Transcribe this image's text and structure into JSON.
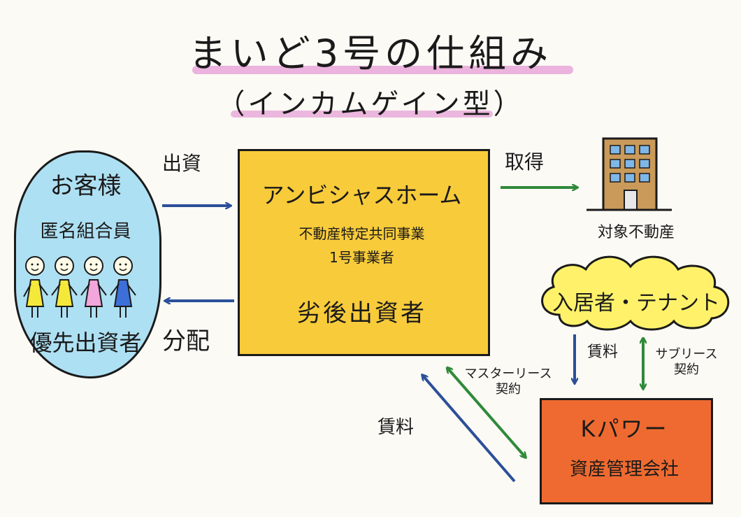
{
  "title": "まいど3号の仕組み",
  "subtitle": "（インカムゲイン型）",
  "customer": {
    "name": "お客様",
    "role": "匿名組合員",
    "investor_type": "優先出資者"
  },
  "operator": {
    "name": "アンビシャスホーム",
    "desc_line1": "不動産特定共同事業",
    "desc_line2": "1号事業者",
    "investor_type": "劣後出資者"
  },
  "property": {
    "label": "対象不動産"
  },
  "tenant": {
    "label": "入居者・テナント"
  },
  "asset_manager": {
    "name": "Kパワー",
    "role": "資産管理会社"
  },
  "flows": {
    "investment": "出資",
    "distribution": "分配",
    "acquisition": "取得",
    "rent_from_tenant": "賃料",
    "sublease_line1": "サブリース",
    "sublease_line2": "契約",
    "master_lease_line1": "マスターリース",
    "master_lease_line2": "契約",
    "rent_to_operator": "賃料"
  },
  "colors": {
    "customer_fill": "#aee0f3",
    "operator_fill": "#f8cb3a",
    "tenant_fill": "#fff26a",
    "asset_manager_fill": "#ef6a30",
    "building_fill": "#c99a5a",
    "arrow_blue": "#2c4f9a",
    "arrow_green": "#2f8a3a",
    "highlight_pink": "#e8a6d8"
  }
}
